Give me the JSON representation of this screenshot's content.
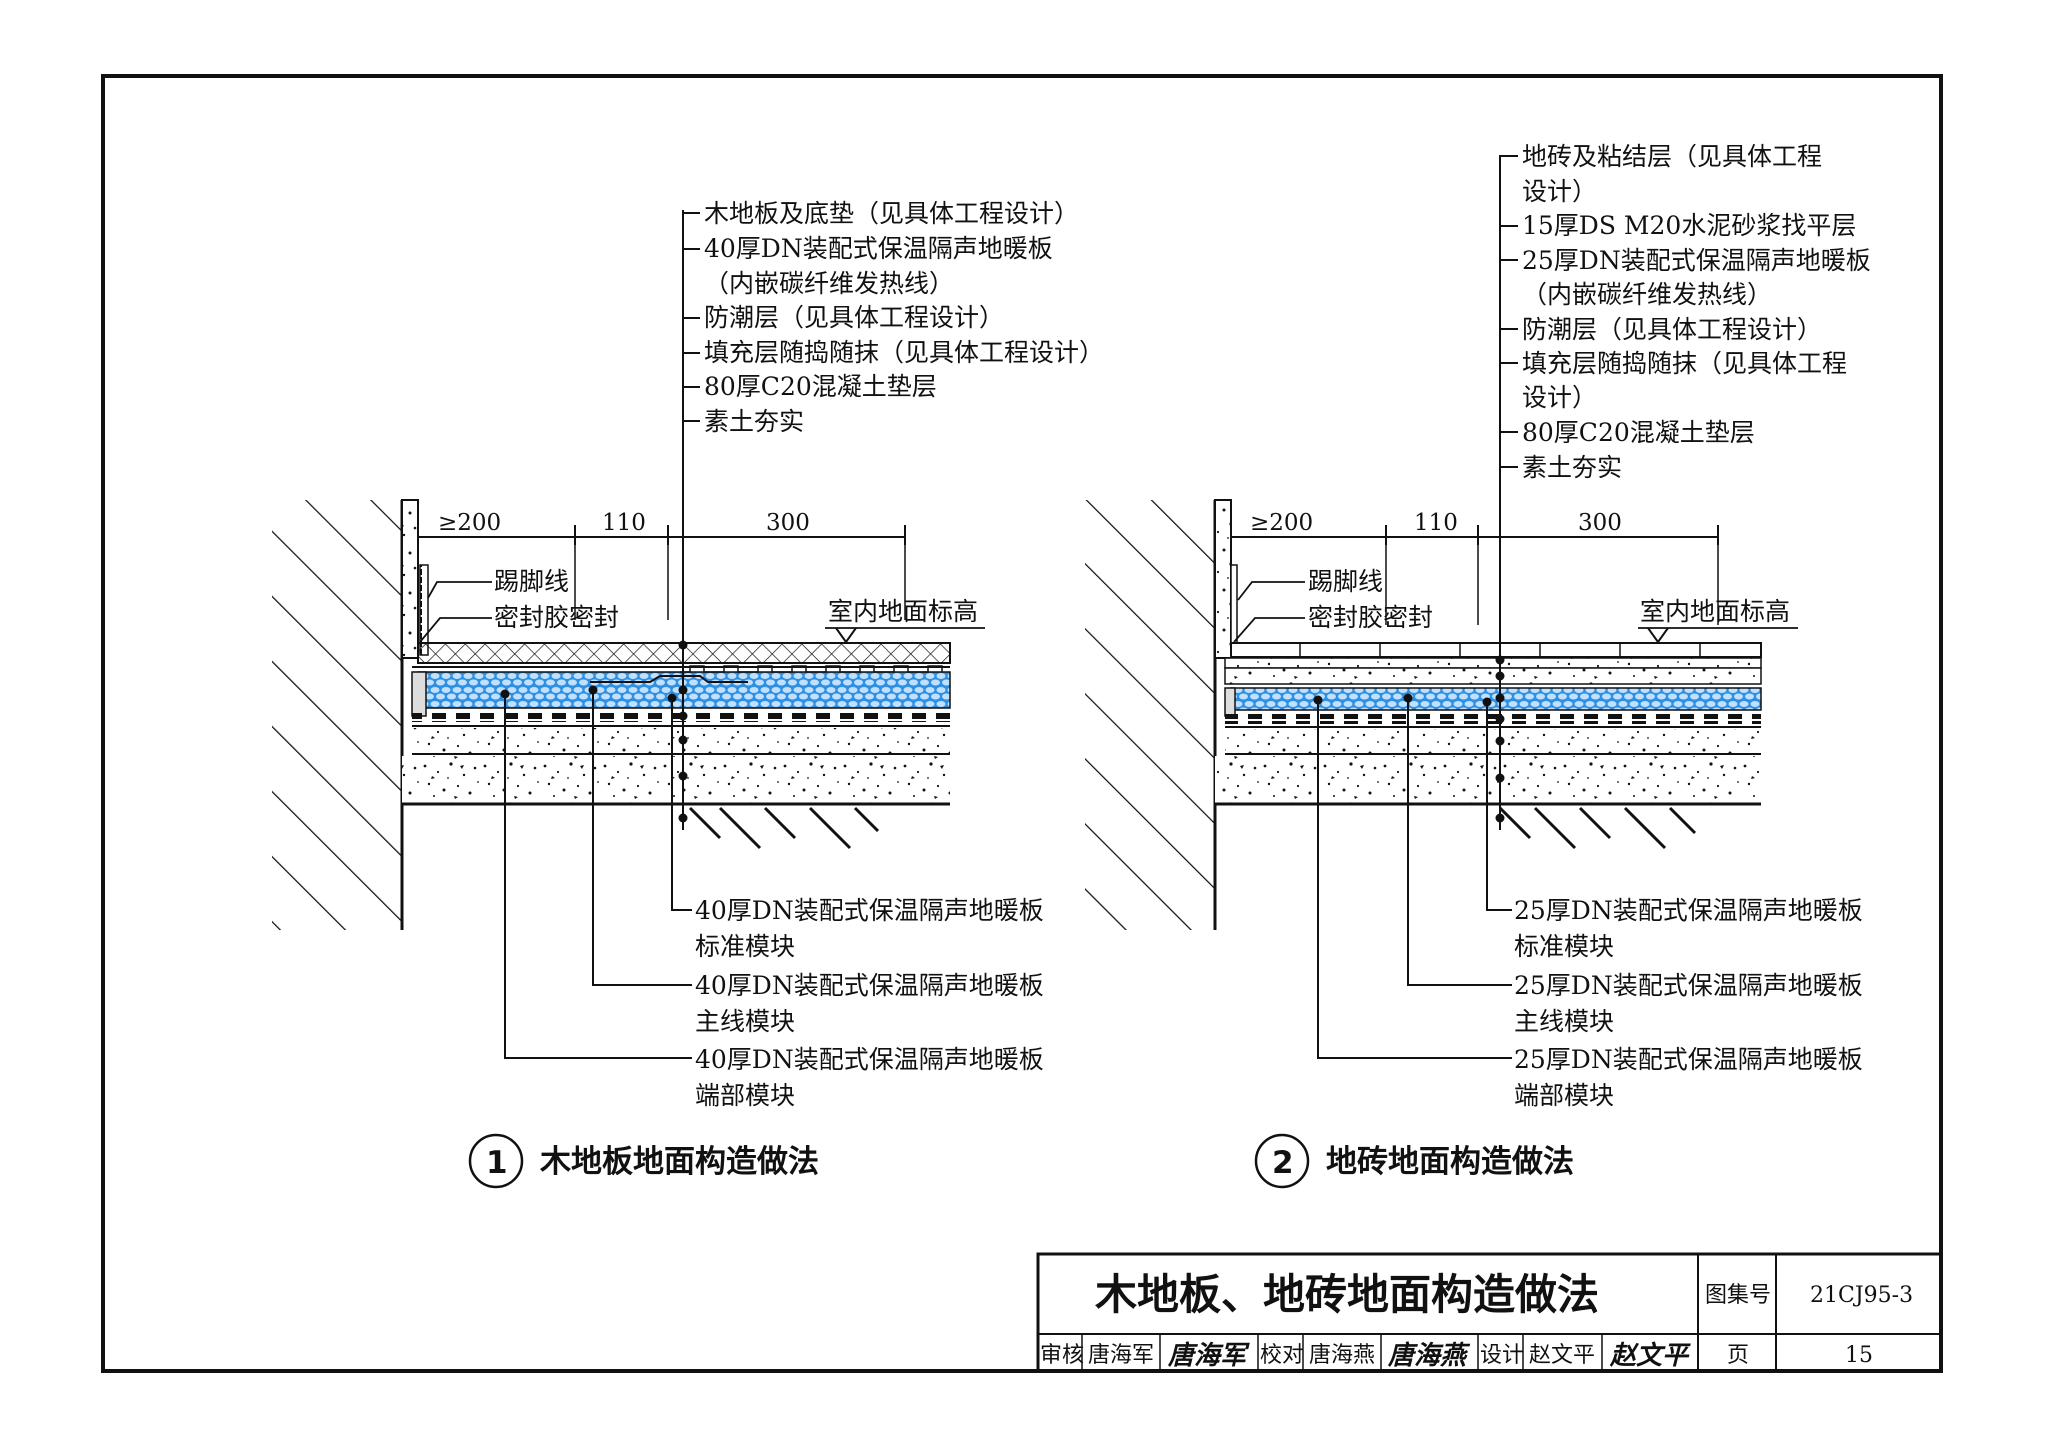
{
  "drawing1": {
    "labels": [
      "木地板及底垫（见具体工程设计）",
      "40厚DN装配式保温隔声地暖板",
      "（内嵌碳纤维发热线）",
      "防潮层（见具体工程设计）",
      "填充层随捣随抹（见具体工程设计）",
      "80厚C20混凝土垫层",
      "素土夯实"
    ],
    "dims": [
      "≥200",
      "110",
      "300"
    ],
    "skirting": "踢脚线",
    "sealant": "密封胶密封",
    "floor_level": "室内地面标高",
    "bottom_labels": [
      "40厚DN装配式保温隔声地暖板",
      "标准模块",
      "40厚DN装配式保温隔声地暖板",
      "主线模块",
      "40厚DN装配式保温隔声地暖板",
      "端部模块"
    ],
    "number": "1",
    "caption": "木地板地面构造做法"
  },
  "drawing2": {
    "labels": [
      "地砖及粘结层（见具体工程",
      "设计）",
      "15厚DS M20水泥砂浆找平层",
      "25厚DN装配式保温隔声地暖板",
      "（内嵌碳纤维发热线）",
      "防潮层（见具体工程设计）",
      "填充层随捣随抹（见具体工程",
      "设计）",
      "80厚C20混凝土垫层",
      "素土夯实"
    ],
    "dims": [
      "≥200",
      "110",
      "300"
    ],
    "skirting": "踢脚线",
    "sealant": "密封胶密封",
    "floor_level": "室内地面标高",
    "bottom_labels": [
      "25厚DN装配式保温隔声地暖板",
      "标准模块",
      "25厚DN装配式保温隔声地暖板",
      "主线模块",
      "25厚DN装配式保温隔声地暖板",
      "端部模块"
    ],
    "number": "2",
    "caption": "地砖地面构造做法"
  },
  "title_block": {
    "title": "木地板、地砖地面构造做法",
    "atlas_label": "图集号",
    "atlas_no": "21CJ95-3",
    "page_label": "页",
    "page_no": "15",
    "review_label": "审核",
    "reviewer": "唐海军",
    "reviewer_sig": "唐海军",
    "check_label": "校对",
    "checker": "唐海燕",
    "checker_sig": "唐海燕",
    "design_label": "设计",
    "designer": "赵文平",
    "designer_sig": "赵文平"
  },
  "colors": {
    "ink": "#111111",
    "insulation": "#2f8fe0",
    "insulation_light": "#bfe0ff",
    "paper": "#ffffff"
  }
}
